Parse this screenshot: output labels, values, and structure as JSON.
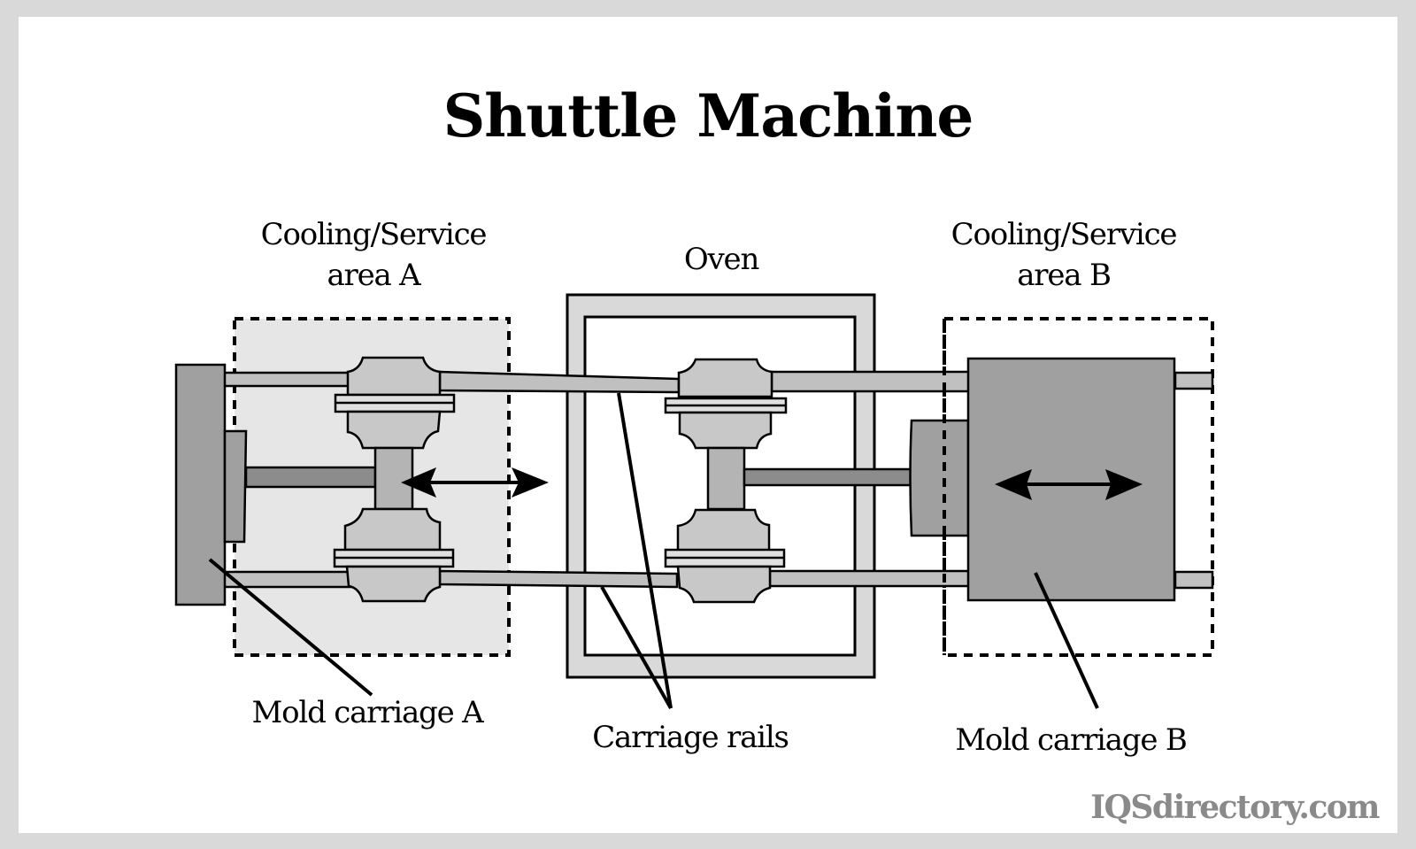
{
  "title": "Shuttle Machine",
  "labels": {
    "cooling_area_a": {
      "line1": "Cooling/Service",
      "line2": "area A"
    },
    "oven": "Oven",
    "cooling_area_b": {
      "line1": "Cooling/Service",
      "line2": "area B"
    },
    "mold_carriage_a": "Mold carriage A",
    "carriage_rails": "Carriage rails",
    "mold_carriage_b": "Mold carriage B"
  },
  "watermark": "IQSdirectory.com",
  "colors": {
    "frame_border": "#d9d9d9",
    "background": "#ffffff",
    "service_area_fill": "#e6e6e6",
    "oven_wall": "#d9d9d9",
    "rail": "#c0c0c0",
    "carriage_block": "#a0a0a0",
    "shaft": "#8c8c8c",
    "wheel": "#c8c8c8",
    "flange": "#e0e0e0",
    "axle": "#b4b4b4",
    "outline": "#000000",
    "watermark": "#8a8a8a"
  },
  "icons": {
    "motion_arrow_a": "double-headed-arrow",
    "motion_arrow_b": "double-headed-arrow"
  }
}
